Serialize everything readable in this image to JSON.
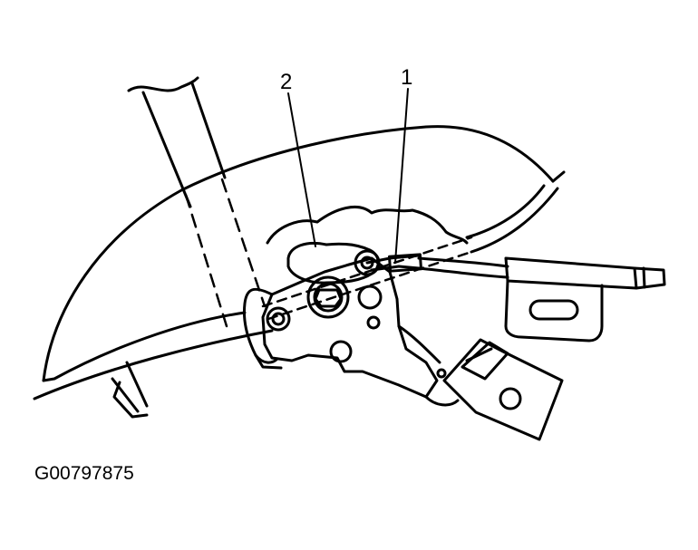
{
  "callouts": {
    "label_1": "1",
    "label_2": "2"
  },
  "figure_code": "G00797875",
  "colors": {
    "ink": "#000000",
    "paper": "#ffffff"
  }
}
